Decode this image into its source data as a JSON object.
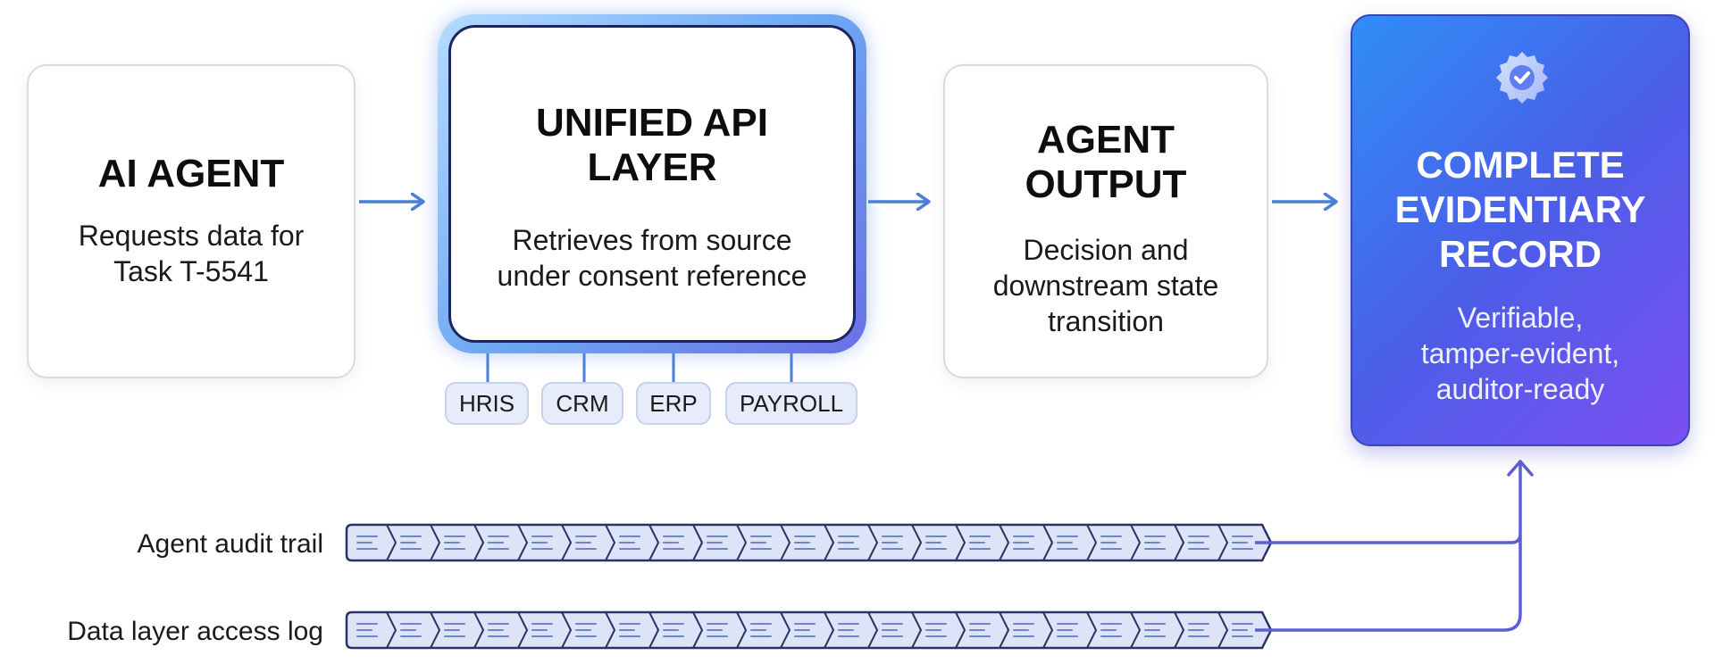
{
  "cards": {
    "ai_agent": {
      "title": "AI AGENT",
      "desc": "Requests data for\nTask T-5541"
    },
    "unified_api": {
      "title": "UNIFIED API\nLAYER",
      "desc": "Retrieves from source\nunder consent reference"
    },
    "agent_output": {
      "title": "AGENT\nOUTPUT",
      "desc": "Decision and\ndownstream state\ntransition"
    },
    "evidentiary_record": {
      "title": "COMPLETE\nEVIDENTIARY\nRECORD",
      "desc": "Verifiable,\ntamper-evident,\nauditor-ready",
      "icon": "verified-badge-icon"
    }
  },
  "sources": [
    "HRIS",
    "CRM",
    "ERP",
    "PAYROLL"
  ],
  "logs": {
    "agent_audit_trail": "Agent audit trail",
    "data_layer_access_log": "Data layer access log"
  },
  "colors": {
    "arrow": "#4a7fd8",
    "connector": "#5b5fd0",
    "record_gradient": [
      "#2f8ef7",
      "#7c4ff0"
    ],
    "log_segment_fill": "#dde4f8",
    "log_segment_stroke": "#2a3366"
  }
}
